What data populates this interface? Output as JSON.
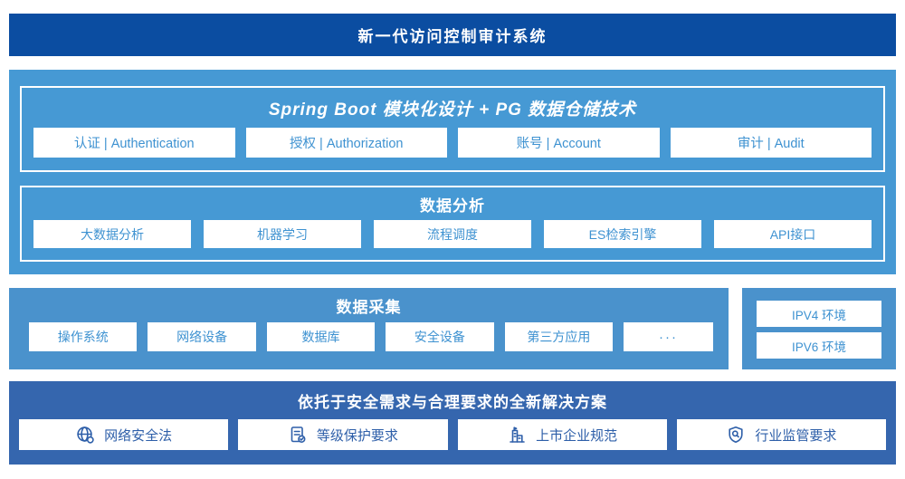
{
  "colors": {
    "banner_bg": "#0b4da1",
    "platform_bg": "#4699d4",
    "collection_bg": "#4a92cc",
    "solution_bg": "#3566ae",
    "box_text_light_sections": "#3e92d1",
    "box_text_solution": "#2e5fa9",
    "white": "#ffffff"
  },
  "header": {
    "title": "新一代访问控制审计系统"
  },
  "platform": {
    "title": "Spring Boot 模块化设计 + PG 数据仓储技术",
    "modules": [
      "认证 | Authentication",
      "授权 | Authorization",
      "账号 | Account",
      "审计 | Audit"
    ]
  },
  "analysis": {
    "title": "数据分析",
    "modules": [
      "大数据分析",
      "机器学习",
      "流程调度",
      "ES检索引擎",
      "API接口"
    ]
  },
  "collection": {
    "title": "数据采集",
    "modules": [
      "操作系统",
      "网络设备",
      "数据库",
      "安全设备",
      "第三方应用",
      "···"
    ]
  },
  "environments": {
    "items": [
      "IPV4 环境",
      "IPV6 环境"
    ]
  },
  "solution": {
    "title": "依托于安全需求与合理要求的全新解决方案",
    "items": [
      {
        "icon": "globe-icon",
        "label": "网络安全法"
      },
      {
        "icon": "document-check-icon",
        "label": "等级保护要求"
      },
      {
        "icon": "building-icon",
        "label": "上市企业规范"
      },
      {
        "icon": "shield-search-icon",
        "label": "行业监管要求"
      }
    ]
  }
}
